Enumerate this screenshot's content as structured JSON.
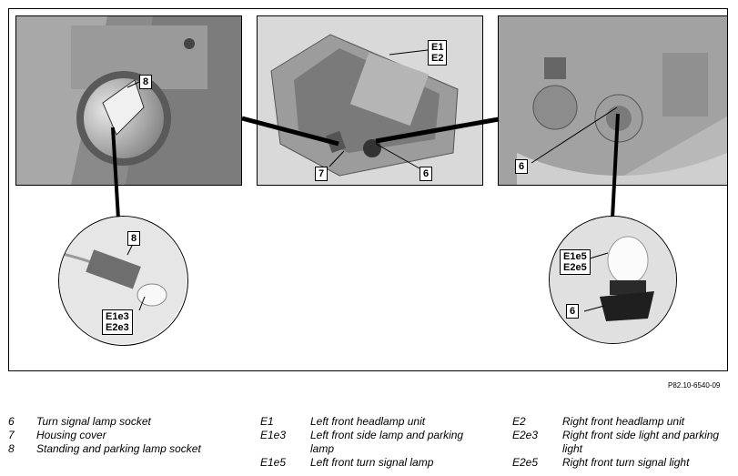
{
  "figure": {
    "reference": "P82.10-6540-09",
    "callouts": {
      "photo1": [
        "8"
      ],
      "photo2": [
        "E1\nE2",
        "7",
        "6"
      ],
      "photo3": [
        "6"
      ],
      "zoom_left": [
        "8",
        "E1e3\nE2e3"
      ],
      "zoom_right": [
        "E1e5\nE2e5",
        "6"
      ]
    }
  },
  "legend": {
    "col1": [
      {
        "code": "6",
        "text": "Turn signal lamp socket"
      },
      {
        "code": "7",
        "text": "Housing cover"
      },
      {
        "code": "8",
        "text": "Standing and parking lamp socket"
      }
    ],
    "col2": [
      {
        "code": "E1",
        "text": "Left front headlamp unit"
      },
      {
        "code": "E1e3",
        "text": "Left front side lamp and parking lamp"
      },
      {
        "code": "E1e5",
        "text": "Left front turn signal lamp"
      }
    ],
    "col3": [
      {
        "code": "E2",
        "text": "Right front headlamp unit"
      },
      {
        "code": "E2e3",
        "text": "Right front side light and parking light"
      },
      {
        "code": "E2e5",
        "text": "Right front turn signal light"
      }
    ]
  }
}
